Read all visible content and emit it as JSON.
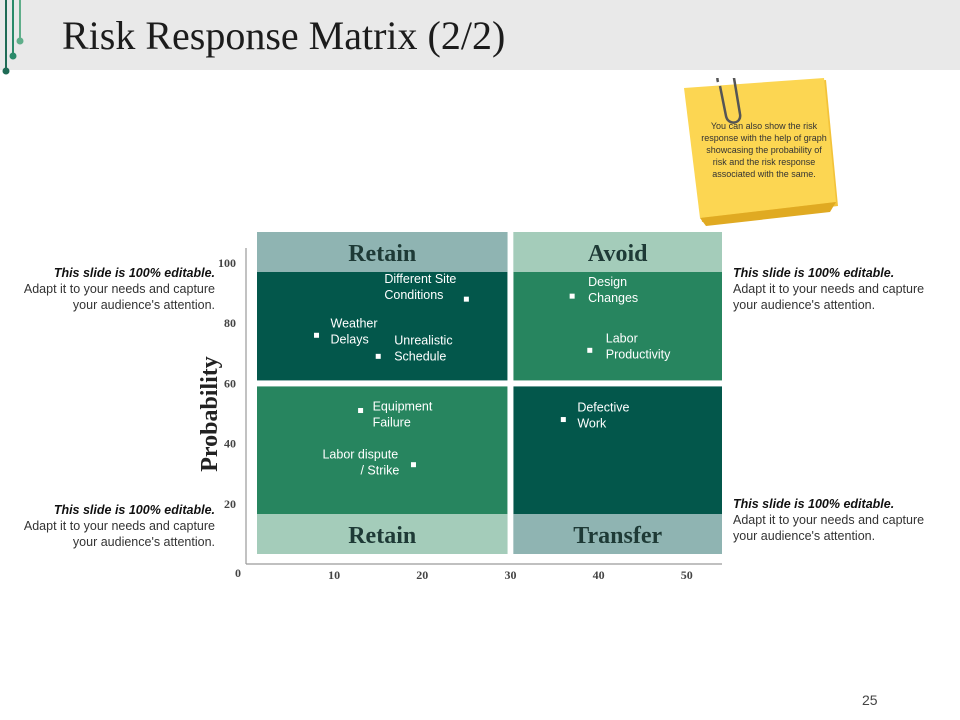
{
  "header": {
    "title": "Risk Response Matrix (2/2)",
    "background": "#e9e9e9"
  },
  "sticky_note": {
    "text": "You can also show the risk response with the help of graph showcasing the probability of risk and the risk response associated with the same.",
    "color": "#fcd652",
    "icon": "paperclip-icon"
  },
  "side_notes": [
    {
      "heading": "This slide is 100% editable.",
      "body": "Adapt it to your needs and capture your audience's attention."
    },
    {
      "heading": "This slide is 100% editable.",
      "body": "Adapt it to your needs and capture your audience's attention."
    },
    {
      "heading": "This slide is 100% editable.",
      "body": "Adapt it to your needs and capture your audience's attention."
    },
    {
      "heading": "This slide is 100% editable.",
      "body": "Adapt it to your needs and capture your audience's attention."
    }
  ],
  "page_number": "25",
  "chart_data": {
    "type": "scatter",
    "title": "",
    "xlabel": "",
    "ylabel": "Probability",
    "xlim": [
      0,
      54
    ],
    "ylim": [
      0,
      105
    ],
    "x_ticks": [
      10,
      20,
      30,
      40,
      50
    ],
    "y_ticks": [
      20,
      40,
      60,
      80,
      100
    ],
    "origin_label": "0",
    "grid": false,
    "colors": {
      "dark_green": "#03574b",
      "mid_green": "#27855f",
      "light_mint": "#a4ccba",
      "gray_teal": "#8fb4b2"
    },
    "quadrants": [
      {
        "label": "Retain",
        "position": "top-left",
        "label_bar_color": "#8fb4b2",
        "fill": "#03574b"
      },
      {
        "label": "Avoid",
        "position": "top-right",
        "label_bar_color": "#a4ccba",
        "fill": "#27855f"
      },
      {
        "label": "Retain",
        "position": "bottom-left",
        "label_bar_color": "#a4ccba",
        "fill": "#27855f"
      },
      {
        "label": "Transfer",
        "position": "bottom-right",
        "label_bar_color": "#8fb4b2",
        "fill": "#03574b"
      }
    ],
    "points": [
      {
        "label": "Different Site Conditions",
        "x": 25,
        "y": 88
      },
      {
        "label": "Weather Delays",
        "x": 8,
        "y": 76
      },
      {
        "label": "Unrealistic Schedule",
        "x": 15,
        "y": 69
      },
      {
        "label": "Design Changes",
        "x": 37,
        "y": 89
      },
      {
        "label": "Labor Productivity",
        "x": 39,
        "y": 71
      },
      {
        "label": "Equipment Failure",
        "x": 13,
        "y": 51
      },
      {
        "label": "Labor dispute / Strike",
        "x": 19,
        "y": 33
      },
      {
        "label": "Defective Work",
        "x": 36,
        "y": 48
      }
    ]
  }
}
